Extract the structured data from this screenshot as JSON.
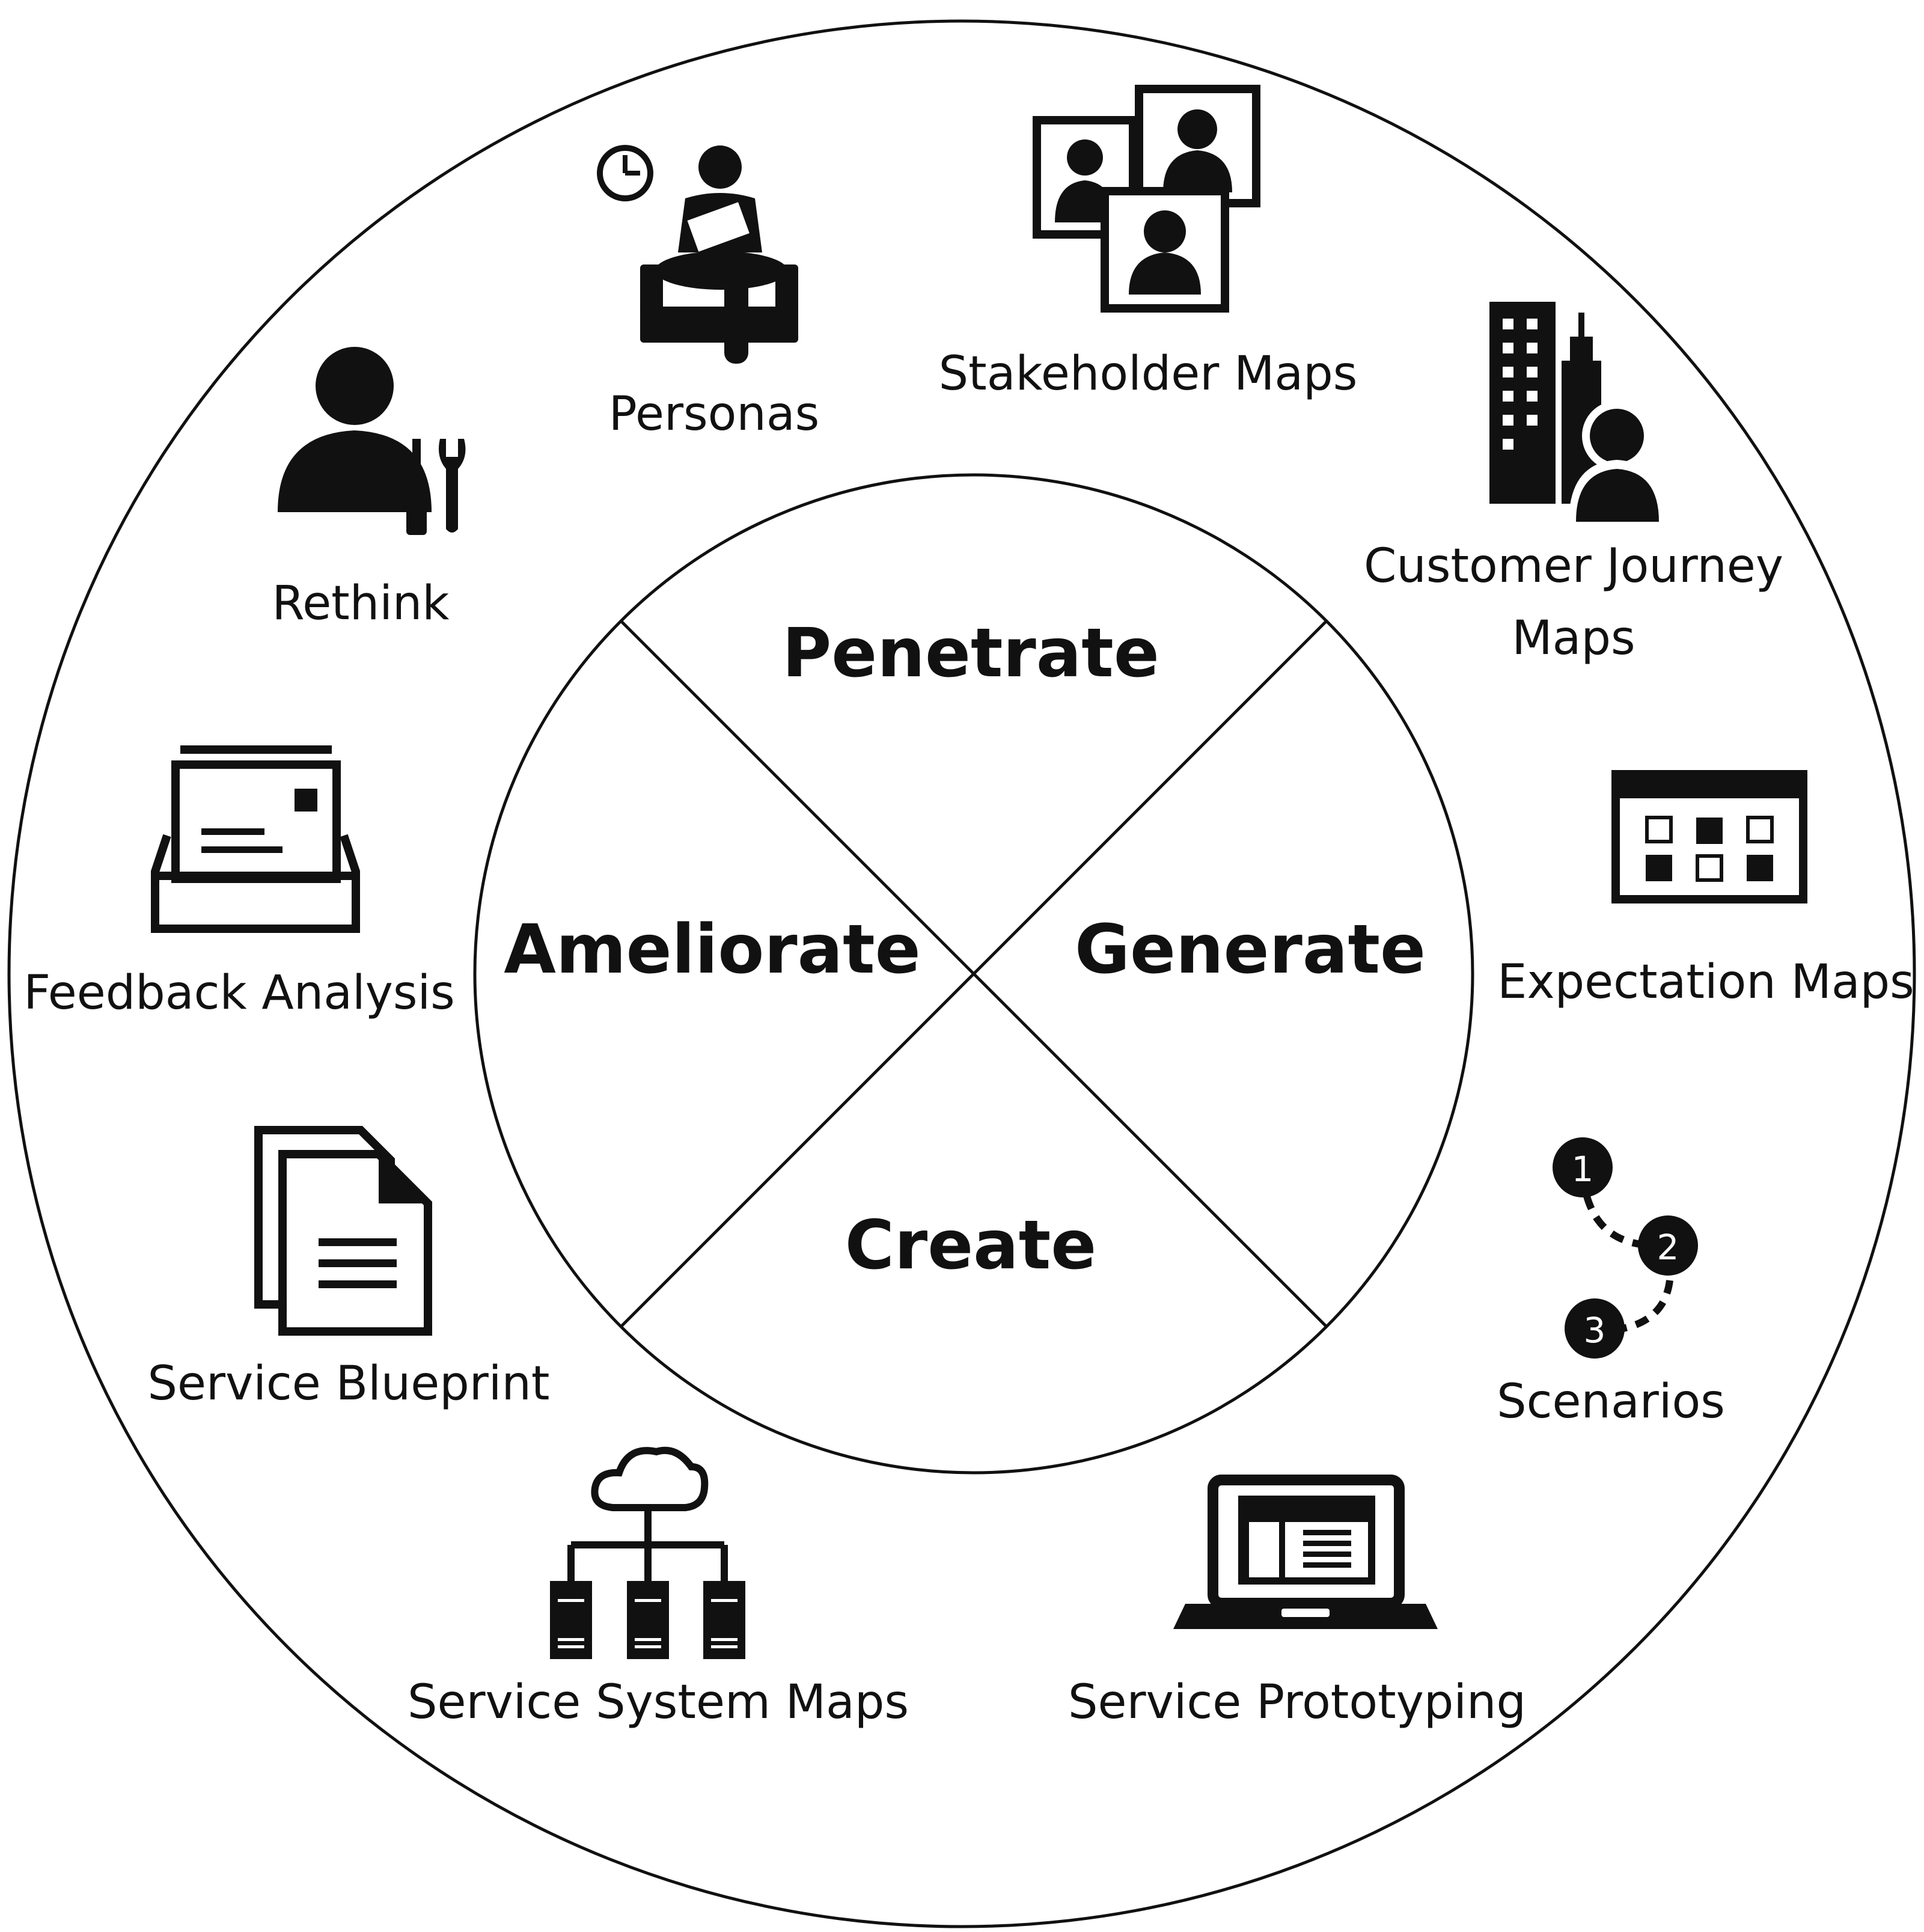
{
  "phases": {
    "top": "Penetrate",
    "left": "Ameliorate",
    "right": "Generate",
    "bottom": "Create"
  },
  "tools": [
    {
      "id": "personas",
      "label": "Personas",
      "icon": "person-in-armchair-icon"
    },
    {
      "id": "stakeholder",
      "label": "Stakeholder Maps",
      "icon": "stakeholder-portraits-icon"
    },
    {
      "id": "journey_line1",
      "label": "Customer Journey",
      "icon": "city-customer-icon"
    },
    {
      "id": "journey_line2",
      "label": "Maps"
    },
    {
      "id": "expectation",
      "label": "Expectation Maps",
      "icon": "calendar-grid-icon"
    },
    {
      "id": "scenarios",
      "label": "Scenarios",
      "icon": "numbered-steps-icon"
    },
    {
      "id": "prototyping",
      "label": "Service Prototyping",
      "icon": "laptop-icon"
    },
    {
      "id": "system",
      "label": "Service System Maps",
      "icon": "cloud-servers-icon"
    },
    {
      "id": "blueprint",
      "label": "Service Blueprint",
      "icon": "documents-icon"
    },
    {
      "id": "feedback",
      "label": "Feedback Analysis",
      "icon": "inbox-tray-icon"
    },
    {
      "id": "rethink",
      "label": "Rethink",
      "icon": "person-with-tools-icon"
    }
  ],
  "step_numbers": [
    "1",
    "2",
    "3"
  ]
}
